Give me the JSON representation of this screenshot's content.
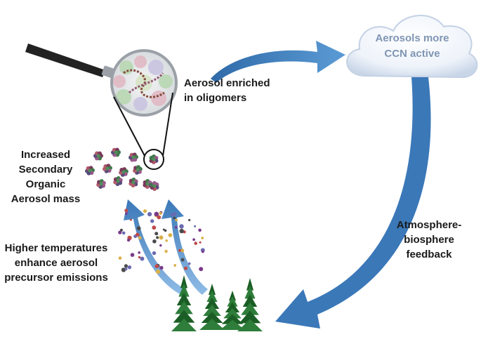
{
  "labels": {
    "cloud": [
      "Aerosols more",
      "CCN active"
    ],
    "oligomers": [
      "Aerosol enriched",
      "in oligomers"
    ],
    "soa": [
      "Increased",
      "Secondary",
      "Organic",
      "Aerosol mass"
    ],
    "temperature": [
      "Higher temperatures",
      "enhance aerosol",
      "precursor emissions"
    ],
    "feedback": [
      "Atmosphere-",
      "biosphere",
      "feedback"
    ]
  },
  "colors": {
    "arrow": "#3b78b8",
    "arrow_light": "#6fa8dc",
    "tree": "#2e7d3a",
    "tree_dark": "#1b5e25",
    "cloud_text": "#7f95b3"
  },
  "icons": [
    "magnifying-glass-icon",
    "cloud-icon",
    "particle-cluster-icon",
    "molecule-icon",
    "tree-icon"
  ]
}
